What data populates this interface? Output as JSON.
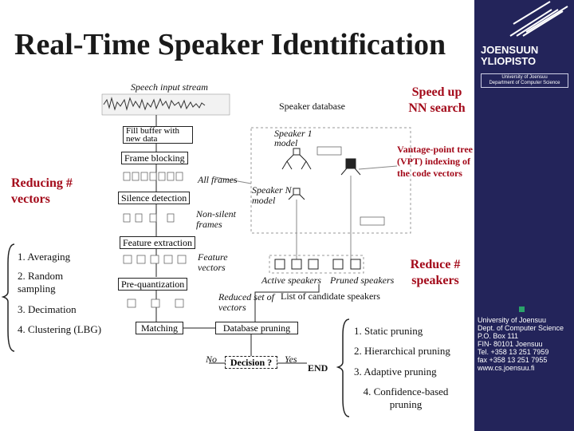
{
  "slide": {
    "title": "Real-Time Speaker Identification",
    "speech_input": "Speech input stream",
    "speaker_database": "Speaker database",
    "speed_up": "Speed up NN search",
    "fill_buffer": "Fill buffer with new data",
    "speaker_1": "Speaker 1 model",
    "frame_blocking": "Frame blocking",
    "vpt": "Vantage-point tree (VPT) indexing of the code vectors",
    "all_frames": "All frames",
    "speaker_n": "Speaker N model",
    "reducing_vectors": "Reducing # vectors",
    "silence_detection": "Silence detection",
    "non_silent": "Non-silent frames",
    "feature_extraction": "Feature extraction",
    "feature_vectors": "Feature vectors",
    "active_speakers": "Active speakers",
    "pruned_speakers": "Pruned speakers",
    "reduce_speakers": "Reduce # speakers",
    "pre_quantization": "Pre-quantization",
    "reduced_set": "Reduced set of vectors",
    "candidate_list": "List of candidate speakers",
    "matching": "Matching",
    "database_pruning": "Database pruning",
    "no": "No",
    "decision": "Decision ?",
    "yes": "Yes",
    "end": "END"
  },
  "left_methods": [
    "1. Averaging",
    "2. Random sampling",
    "3. Decimation",
    "4. Clustering (LBG)"
  ],
  "right_methods": [
    "1. Static pruning",
    "2. Hierarchical pruning",
    "3. Adaptive pruning",
    "4. Confidence-based pruning"
  ],
  "sidebar": {
    "brand_line1": "JOENSUUN",
    "brand_line2": "YLIOPISTO",
    "unit_line1": "University of Joensuu",
    "unit_line2": "Department of Computer Science",
    "contact": [
      "University of Joensuu",
      "Dept. of Computer Science",
      "P.O. Box 111",
      "FIN- 80101 Joensuu",
      "Tel. +358 13 251 7959",
      "fax +358 13 251 7955",
      "www.cs.joensuu.fi"
    ]
  },
  "colors": {
    "sidebar": "#23245a",
    "accent_red": "#a30a1a"
  }
}
